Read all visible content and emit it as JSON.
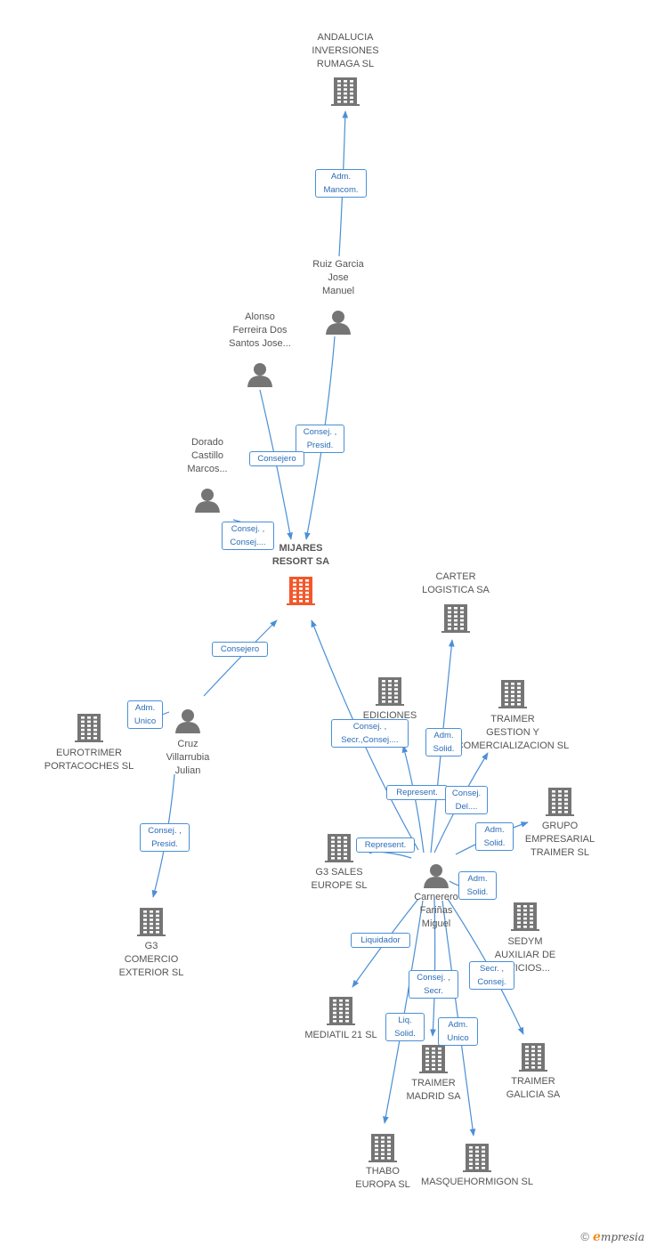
{
  "colors": {
    "edge": "#4a8fd6",
    "company": "#757575",
    "focus_company": "#f2582b",
    "person": "#757575",
    "label_text": "#555555",
    "relation_text": "#2b6cb8"
  },
  "nodes": [
    {
      "id": "andalucia",
      "type": "company",
      "label": "ANDALUCIA\nINVERSIONES\nRUMAGA SL",
      "icon": "building-icon"
    },
    {
      "id": "ruiz",
      "type": "person",
      "label": "Ruiz Garcia\nJose\nManuel",
      "icon": "person-icon"
    },
    {
      "id": "alonso",
      "type": "person",
      "label": "Alonso\nFerreira Dos\nSantos Jose...",
      "icon": "person-icon"
    },
    {
      "id": "dorado",
      "type": "person",
      "label": "Dorado\nCastillo\nMarcos...",
      "icon": "person-icon"
    },
    {
      "id": "mijares",
      "type": "focus",
      "label": "MIJARES\nRESORT SA",
      "icon": "building-icon"
    },
    {
      "id": "carter",
      "type": "company",
      "label": "CARTER\nLOGISTICA SA",
      "icon": "building-icon"
    },
    {
      "id": "ediciones",
      "type": "company",
      "label": "EDICIONES\n...S SL",
      "icon": "building-icon"
    },
    {
      "id": "traimer_gestion",
      "type": "company",
      "label": "TRAIMER\nGESTION Y\nCOMERCIALIZACION SL",
      "icon": "building-icon"
    },
    {
      "id": "grupo",
      "type": "company",
      "label": "GRUPO\nEMPRESARIAL\nTRAIMER SL",
      "icon": "building-icon"
    },
    {
      "id": "eurotrimer",
      "type": "company",
      "label": "EUROTRIMER\nPORTACOCHES SL",
      "icon": "building-icon"
    },
    {
      "id": "cruz",
      "type": "person",
      "label": "Cruz\nVillarrubia\nJulian",
      "icon": "person-icon"
    },
    {
      "id": "g3sales",
      "type": "company",
      "label": "G3 SALES\nEUROPE SL",
      "icon": "building-icon"
    },
    {
      "id": "carnerero",
      "type": "person",
      "label": "Carnerero\nFariñas\nMiguel",
      "icon": "person-icon"
    },
    {
      "id": "g3comercio",
      "type": "company",
      "label": "G3\nCOMERCIO\nEXTERIOR SL",
      "icon": "building-icon"
    },
    {
      "id": "sedym",
      "type": "company",
      "label": "SEDYM\nAUXILIAR DE\n...VICIOS...",
      "icon": "building-icon"
    },
    {
      "id": "mediatil",
      "type": "company",
      "label": "MEDIATIL 21 SL",
      "icon": "building-icon"
    },
    {
      "id": "traimer_madrid",
      "type": "company",
      "label": "TRAIMER\nMADRID SA",
      "icon": "building-icon"
    },
    {
      "id": "traimer_galicia",
      "type": "company",
      "label": "TRAIMER\nGALICIA SA",
      "icon": "building-icon"
    },
    {
      "id": "thabo",
      "type": "company",
      "label": "THABO\nEUROPA SL",
      "icon": "building-icon"
    },
    {
      "id": "masquehormigon",
      "type": "company",
      "label": "MASQUEHORMIGON SL",
      "icon": "building-icon"
    }
  ],
  "relations": [
    {
      "from": "ruiz",
      "to": "andalucia",
      "label": "Adm.\nMancom."
    },
    {
      "from": "ruiz",
      "to": "mijares",
      "label": "Consej. ,\nPresid."
    },
    {
      "from": "alonso",
      "to": "mijares",
      "label": "Consejero"
    },
    {
      "from": "dorado",
      "to": "mijares",
      "label": "Consej. ,\nConsej...."
    },
    {
      "from": "cruz",
      "to": "mijares",
      "label": "Consejero"
    },
    {
      "from": "cruz",
      "to": "eurotrimer",
      "label": "Adm.\nUnico"
    },
    {
      "from": "cruz",
      "to": "g3comercio",
      "label": "Consej. ,\nPresid."
    },
    {
      "from": "carnerero",
      "to": "mijares",
      "label": "Consej. ,\nSecr.,Consej...."
    },
    {
      "from": "carnerero",
      "to": "carter",
      "label": "Adm.\nSolid."
    },
    {
      "from": "carnerero",
      "to": "ediciones",
      "label": "Represent."
    },
    {
      "from": "carnerero",
      "to": "traimer_gestion",
      "label": "Consej.\nDel...."
    },
    {
      "from": "carnerero",
      "to": "grupo",
      "label": "Adm.\nSolid."
    },
    {
      "from": "carnerero",
      "to": "g3sales",
      "label": "Represent."
    },
    {
      "from": "carnerero",
      "to": "sedym",
      "label": "Adm.\nSolid."
    },
    {
      "from": "carnerero",
      "to": "mediatil",
      "label": "Liquidador"
    },
    {
      "from": "carnerero",
      "to": "traimer_galicia",
      "label": "Secr. ,\nConsej."
    },
    {
      "from": "carnerero",
      "to": "traimer_madrid",
      "label": "Consej. ,\nSecr."
    },
    {
      "from": "carnerero",
      "to": "thabo",
      "label": "Liq.\nSolid."
    },
    {
      "from": "carnerero",
      "to": "masquehormigon",
      "label": "Adm.\nUnico"
    }
  ],
  "footer": {
    "copyright": "©",
    "brand_initial": "e",
    "brand_rest": "mpresia"
  }
}
